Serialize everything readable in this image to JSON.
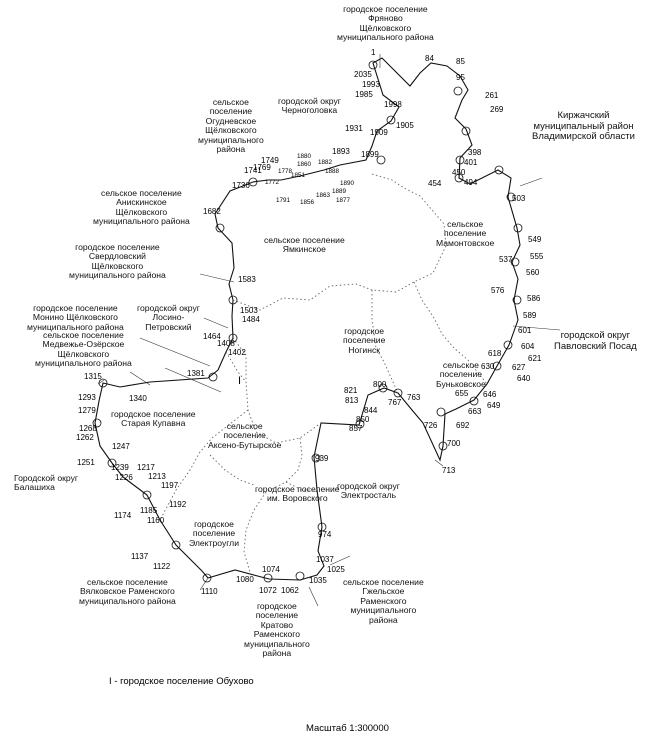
{
  "scale": "Масштаб 1:300000",
  "legend_note": "I - городское поселение Обухово",
  "regions": [
    {
      "id": "fryanovo",
      "text": "городское поселение\nФряново\nЩёлковского\nмуниципального района"
    },
    {
      "id": "chernogolovka",
      "text": "городской округ\nЧерноголовка"
    },
    {
      "id": "ogudnevskoe",
      "text": "сельское\nпоселение\nОгудневское\nЩёлковского\nмуниципального\nрайона"
    },
    {
      "id": "kirzhach",
      "text": "Киржачский\nмуниципальный район\nВладимирской области"
    },
    {
      "id": "aniskinskoe",
      "text": "сельское поселение\nАнискинское\nЩёлковского\nмуниципального района"
    },
    {
      "id": "yamkinskoe",
      "text": "сельское поселение\nЯмкинское"
    },
    {
      "id": "mamontovskoe",
      "text": "сельское\nпоселение\nМамонтовское"
    },
    {
      "id": "sverdlovsky",
      "text": "городское поселение\nСвердловский\nЩёлковского\nмуниципального района"
    },
    {
      "id": "monino",
      "text": "городское поселение\nМонино Щёлковского\nмуниципального района"
    },
    {
      "id": "losino",
      "text": "городской округ\nЛосино-\nПетровский"
    },
    {
      "id": "noginsk",
      "text": "городское\nпоселение\nНогинск"
    },
    {
      "id": "pavposad",
      "text": "городской округ\nПавловский Посад"
    },
    {
      "id": "medvezhi",
      "text": "сельское поселение\nМедвежье-Озёрское\nЩёлковского\nмуниципального района"
    },
    {
      "id": "bunkovskoe",
      "text": "сельское\nпоселение\nБуньковское"
    },
    {
      "id": "kupavna",
      "text": "городское поселение\nСтарая Купавна"
    },
    {
      "id": "aksenovo",
      "text": "сельское\nпоселение\nАксено-Бутырское"
    },
    {
      "id": "balashikha",
      "text": "Городской округ\nБалашиха"
    },
    {
      "id": "vorovsky",
      "text": "городское поселение\nим. Воровского"
    },
    {
      "id": "elektrostal",
      "text": "городской округ\nЭлектросталь"
    },
    {
      "id": "elektrougli",
      "text": "городское\nпоселение\nЭлектроугли"
    },
    {
      "id": "vyalkovskoe",
      "text": "сельское поселение\nВялковское Раменского\nмуниципального района"
    },
    {
      "id": "kratovo",
      "text": "городское\nпоселение\nКратово\nРаменского\nмуниципального\nрайона"
    },
    {
      "id": "gzhelskoe",
      "text": "сельское поселение\nГжельское\nРаменского\nмуниципального\nрайона"
    }
  ],
  "obukhovo_marker": "I",
  "points": [
    "1",
    "84",
    "85",
    "95",
    "2035",
    "1993",
    "1985",
    "1998",
    "261",
    "269",
    "1931",
    "1909",
    "1905",
    "1893",
    "1899",
    "398",
    "401",
    "450",
    "454",
    "494",
    "1749",
    "1741",
    "1769",
    "1736",
    "1772",
    "1778",
    "1880",
    "1860",
    "1851",
    "1882",
    "1888",
    "1890",
    "1791",
    "1856",
    "1863",
    "1889",
    "1877",
    "503",
    "1682",
    "549",
    "537",
    "555",
    "560",
    "1583",
    "576",
    "586",
    "589",
    "601",
    "604",
    "618",
    "621",
    "630",
    "627",
    "640",
    "1503",
    "1484",
    "1464",
    "1408",
    "1402",
    "1381",
    "1315",
    "1293",
    "1340",
    "1279",
    "821",
    "800",
    "813",
    "763",
    "767",
    "844",
    "850",
    "857",
    "726",
    "655",
    "646",
    "663",
    "649",
    "692",
    "700",
    "713",
    "1268",
    "1262",
    "1247",
    "1251",
    "1239",
    "1217",
    "1226",
    "1213",
    "1197",
    "939",
    "1192",
    "1185",
    "1174",
    "1160",
    "974",
    "1137",
    "1122",
    "1037",
    "1074",
    "1025",
    "1035",
    "1080",
    "1072",
    "1062",
    "1110"
  ]
}
